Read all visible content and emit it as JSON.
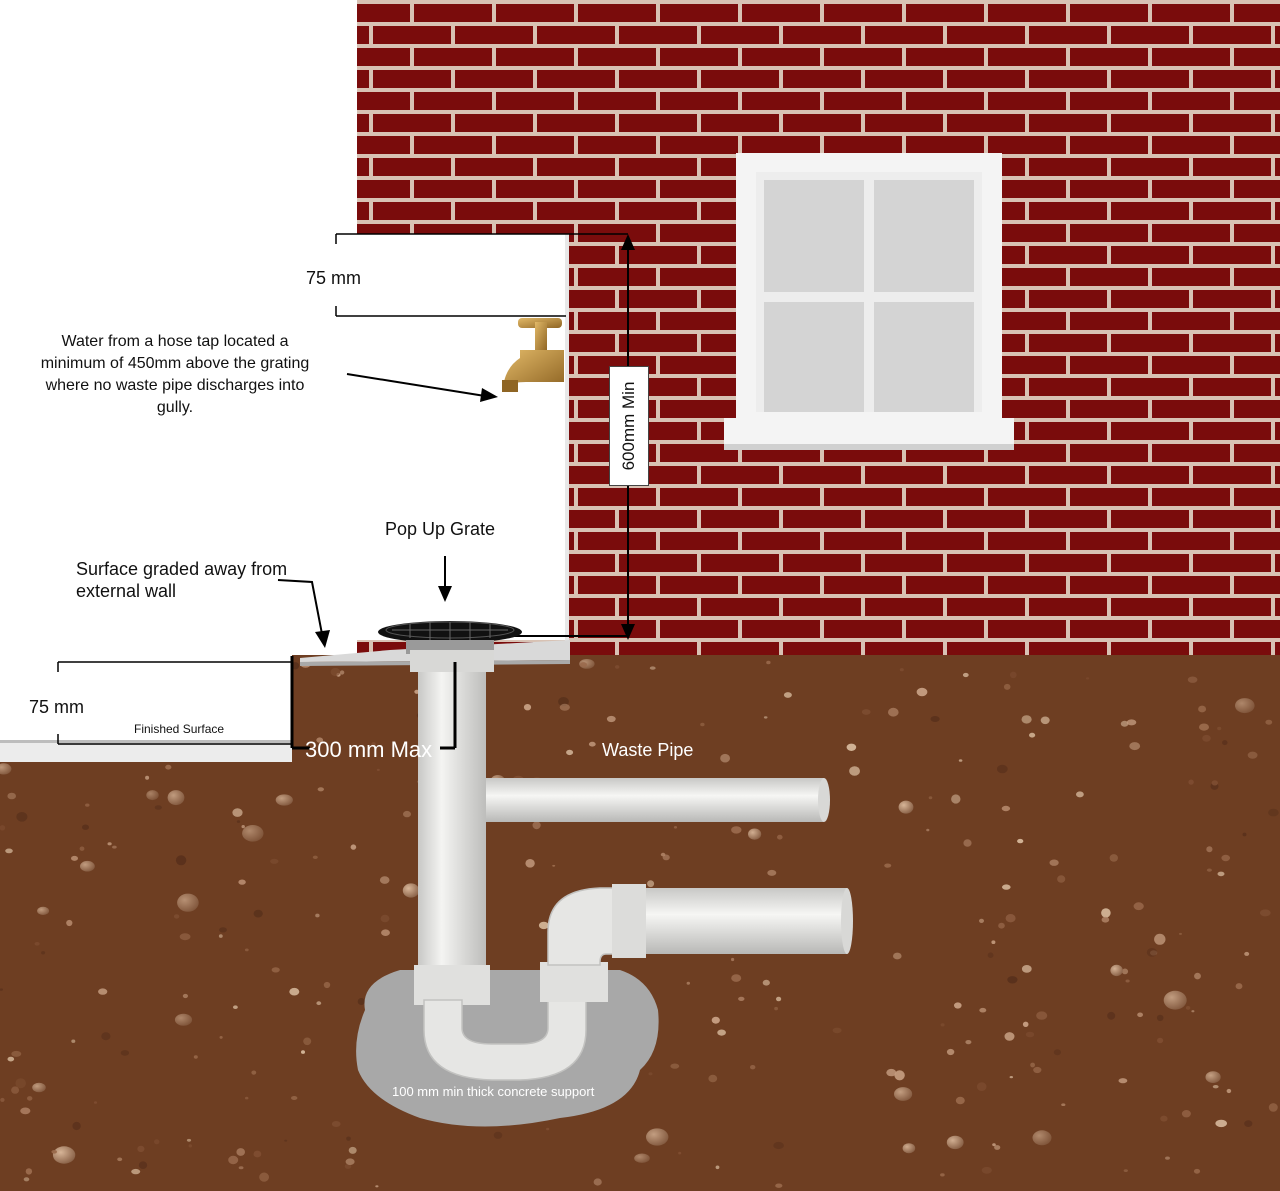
{
  "labels": {
    "top_75mm": "75 mm",
    "hose_tap_note": "Water from a hose tap located a minimum of 450mm above the grating where no waste pipe discharges into gully.",
    "min_600mm": "600mm Min",
    "pop_up_grate": "Pop Up Grate",
    "surface_graded_note": "Surface graded away from external wall",
    "bottom_75mm": "75 mm",
    "finished_surface": "Finished Surface",
    "max_300mm": "300 mm Max",
    "waste_pipe": "Waste Pipe",
    "concrete_support": "100 mm min thick concrete support"
  },
  "colors": {
    "brick": "#7a0c0c",
    "mortar": "#d8c2b4",
    "soil": "#6e3e22",
    "pipe": "#e6e6e4",
    "concrete": "#a8a8a8",
    "window_frame": "#f4f4f4",
    "window_glass": "#d4d4d4",
    "tap": "#b98a3c"
  },
  "icons": [
    "brass-hose-tap-icon",
    "pop-up-grate-icon"
  ]
}
